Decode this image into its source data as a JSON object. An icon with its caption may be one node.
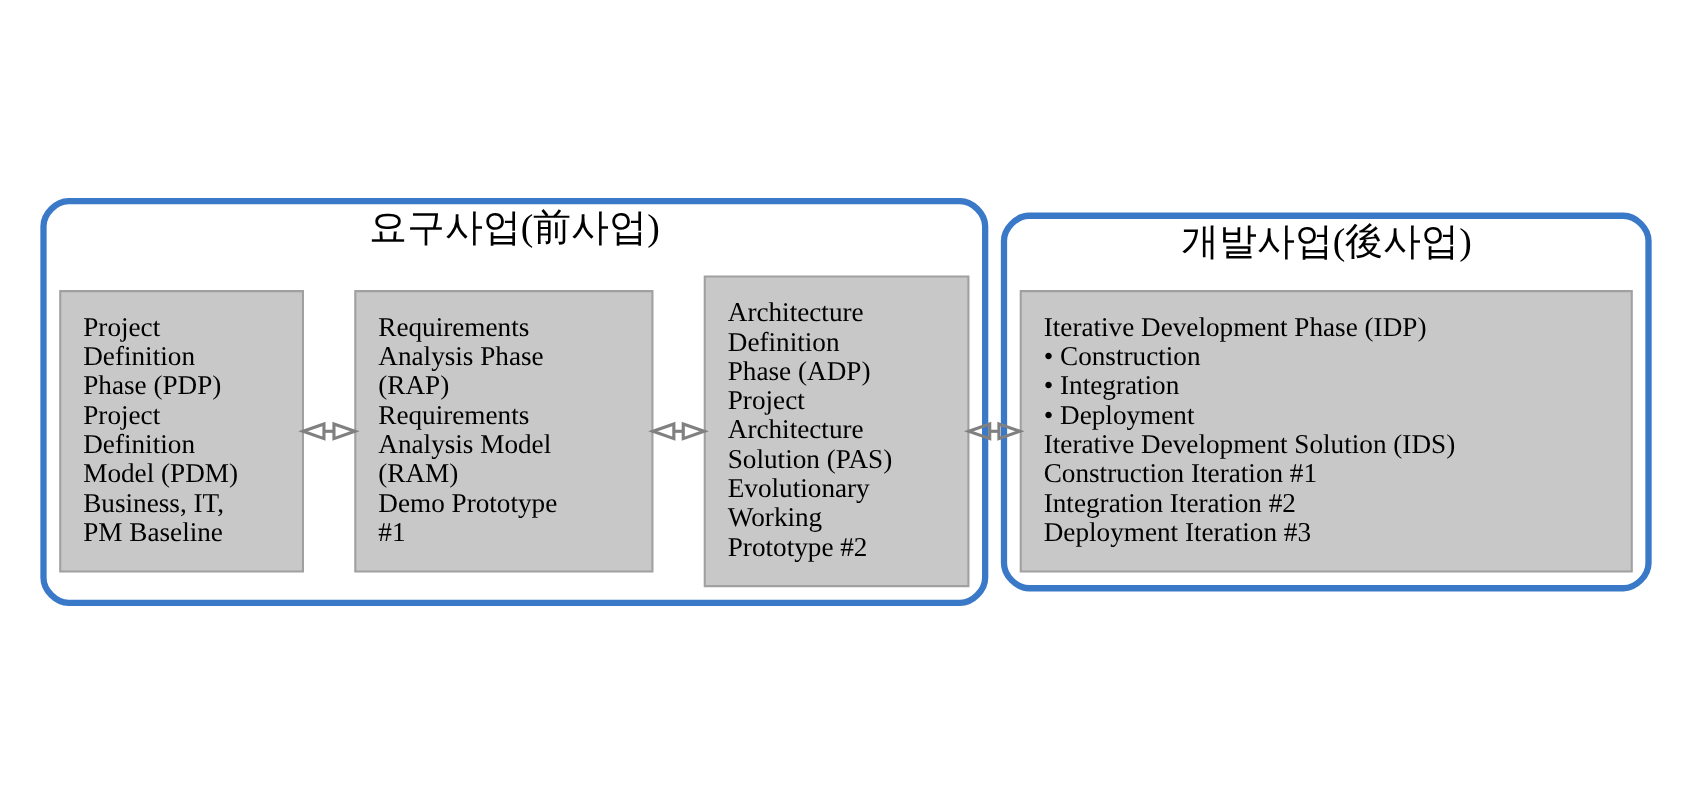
{
  "diagram": {
    "nodes": [
      {
        "text": [
          "요구사업(前사업)"
        ]
      },
      {
        "text": [
          "Project Definition Phase (PDP)",
          "Project Definition Model (PDM)",
          "Business, IT, PM Baseline"
        ],
        "in": 0
      },
      {
        "text": [
          "Requirements Analysis Phase (RAP)",
          "Requirements Analysis Model (RAM)",
          "Demo Prototype #1"
        ],
        "in": 0
      },
      {
        "text": [
          "Architecture Definition Phase (ADP)",
          "Project Architecture Solution (PAS)",
          "Evolutionary Working Prototype #2"
        ],
        "in": 0
      },
      {
        "text": [
          "개발사업(後사업)"
        ]
      },
      {
        "text": [
          "Iterative Development Phase (IDP)",
          "• Construction",
          "• Integration",
          "• Deployment",
          "Iterative Development Solution (IDS)",
          "Construction Iteration #1",
          "Integration Iteration #2",
          "Deployment Iteration #3"
        ],
        "in": 4
      }
    ],
    "edges": [
      {
        "from": 1,
        "to": 2,
        "arrow": "both"
      },
      {
        "from": 2,
        "to": 3,
        "arrow": "both"
      },
      {
        "from": 3,
        "to": 5,
        "arrow": "both"
      }
    ]
  }
}
